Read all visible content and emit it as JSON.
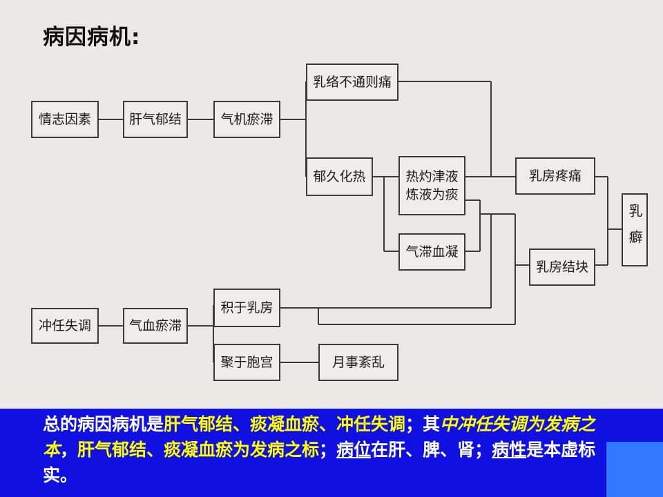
{
  "title": "病因病机:",
  "nodes": {
    "qingzhi": "情志因素",
    "ganqi": "肝气郁结",
    "qiji": "气机瘀滞",
    "ruluo": "乳络不通则痛",
    "yujiu": "郁久化热",
    "rezhuo": "热灼津液\n炼液为痰",
    "qizhi": "气滞血凝",
    "rufang_teng": "乳房疼痛",
    "rufang_kuai": "乳房结块",
    "rupi": "乳癖",
    "chongren": "冲任失调",
    "qixue": "气血瘀滞",
    "jiyu": "积于乳房",
    "juyu": "聚于胞宫",
    "yueshi": "月事紊乱"
  },
  "summary": {
    "p1": "总的病因病机是",
    "p2": "肝气郁结、痰凝血瘀、冲任失调",
    "p3": "；其",
    "p4": "中冲任失调为发病之本",
    "p5": "，",
    "p6": "肝气郁结、痰凝血瘀为发病之标",
    "p7": "；",
    "p8": "病位",
    "p9": "在肝、脾、肾；",
    "p10": "病性",
    "p11": "是本虚标实。"
  },
  "colors": {
    "footer_bg": "#1010e0",
    "highlight": "#ffff00",
    "accent_bar": "#2f78ff"
  }
}
